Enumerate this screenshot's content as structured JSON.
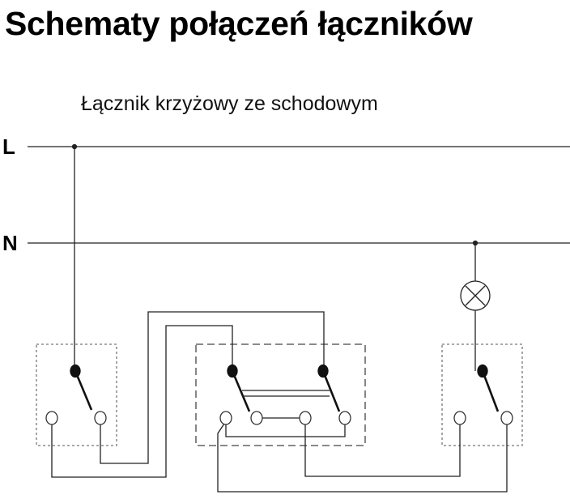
{
  "title": "Schematy połączeń łączników",
  "subtitle": "Łącznik krzyżowy ze schodowym",
  "labels": {
    "line": "L",
    "neutral": "N"
  },
  "colors": {
    "wire": "#222222",
    "box_border": "#666666",
    "background": "#ffffff"
  }
}
